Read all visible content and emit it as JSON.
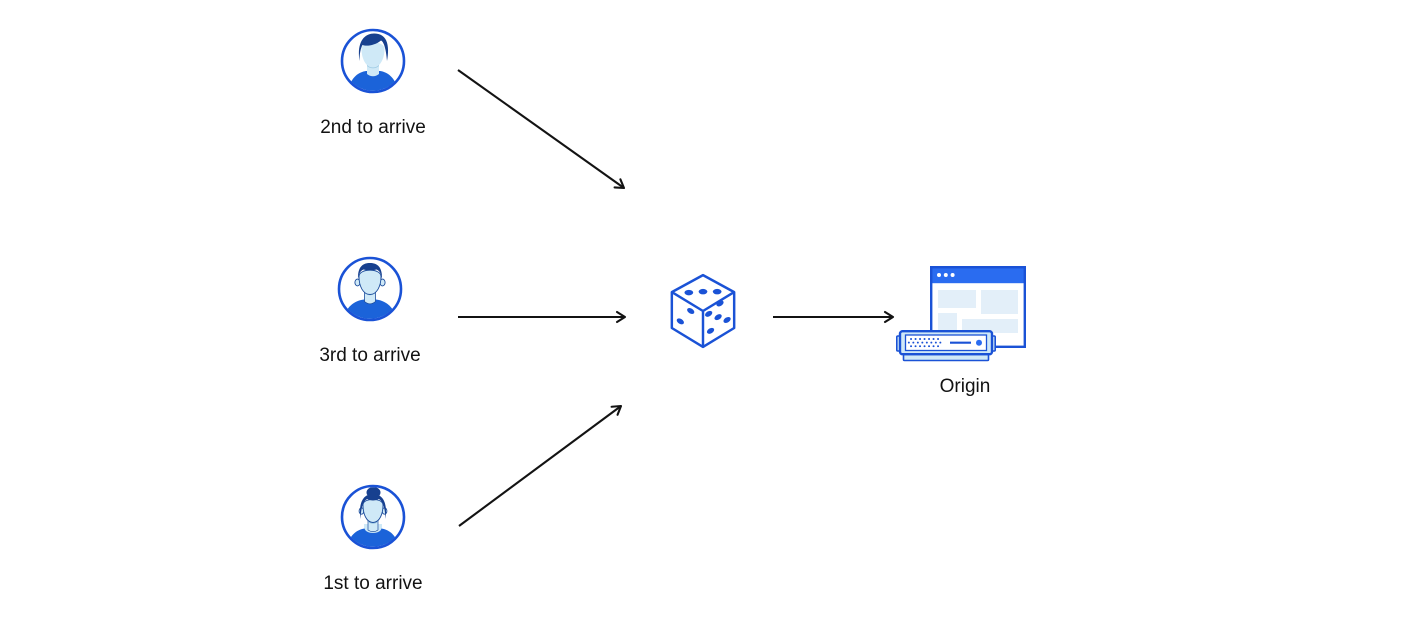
{
  "colors": {
    "ink": "#121212",
    "blue": "#1a52d6",
    "hair": "#17408f",
    "face": "#cfe9f7",
    "shirt": "#1b63d9",
    "titlebar": "#2a6cf0",
    "pale": "#e3eff9",
    "serverfill": "#cfe8f7",
    "outline": "#1c4c9c",
    "shadow": "#9fcbe4"
  },
  "diagram": {
    "users": [
      {
        "id": "user-2nd",
        "label": "2nd to arrive",
        "icon": "male-swoop-avatar-icon"
      },
      {
        "id": "user-3rd",
        "label": "3rd to arrive",
        "icon": "male-flattop-avatar-icon"
      },
      {
        "id": "user-1st",
        "label": "1st to arrive",
        "icon": "female-bun-avatar-icon"
      }
    ],
    "router": {
      "id": "dice",
      "icon": "dice-icon"
    },
    "origin": {
      "id": "origin",
      "label": "Origin",
      "icon": "origin-server-icon"
    },
    "edges": [
      {
        "from": "user-2nd",
        "to": "dice"
      },
      {
        "from": "user-3rd",
        "to": "dice"
      },
      {
        "from": "user-1st",
        "to": "dice"
      },
      {
        "from": "dice",
        "to": "origin"
      }
    ]
  }
}
